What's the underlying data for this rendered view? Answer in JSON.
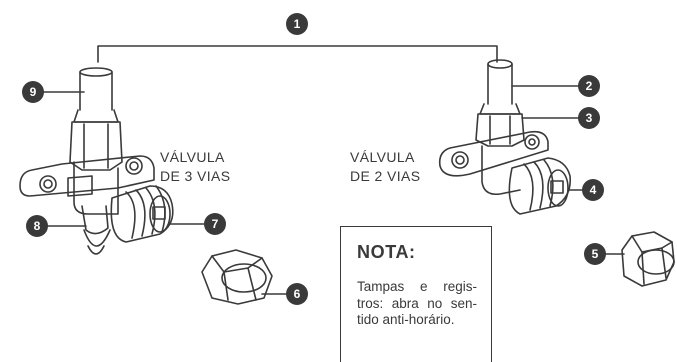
{
  "labels": {
    "three_way": [
      "VÁLVULA",
      "DE 3 VIAS"
    ],
    "two_way": [
      "VÁLVULA",
      "DE 2 VIAS"
    ]
  },
  "note": {
    "title": "NOTA:",
    "body": "Tampas e regis-tros: abra no sen-tido anti-horário."
  },
  "callouts": [
    "1",
    "2",
    "3",
    "4",
    "5",
    "6",
    "7",
    "8",
    "9"
  ],
  "colors": {
    "ink": "#3a3a3a",
    "background": "#ffffff"
  }
}
